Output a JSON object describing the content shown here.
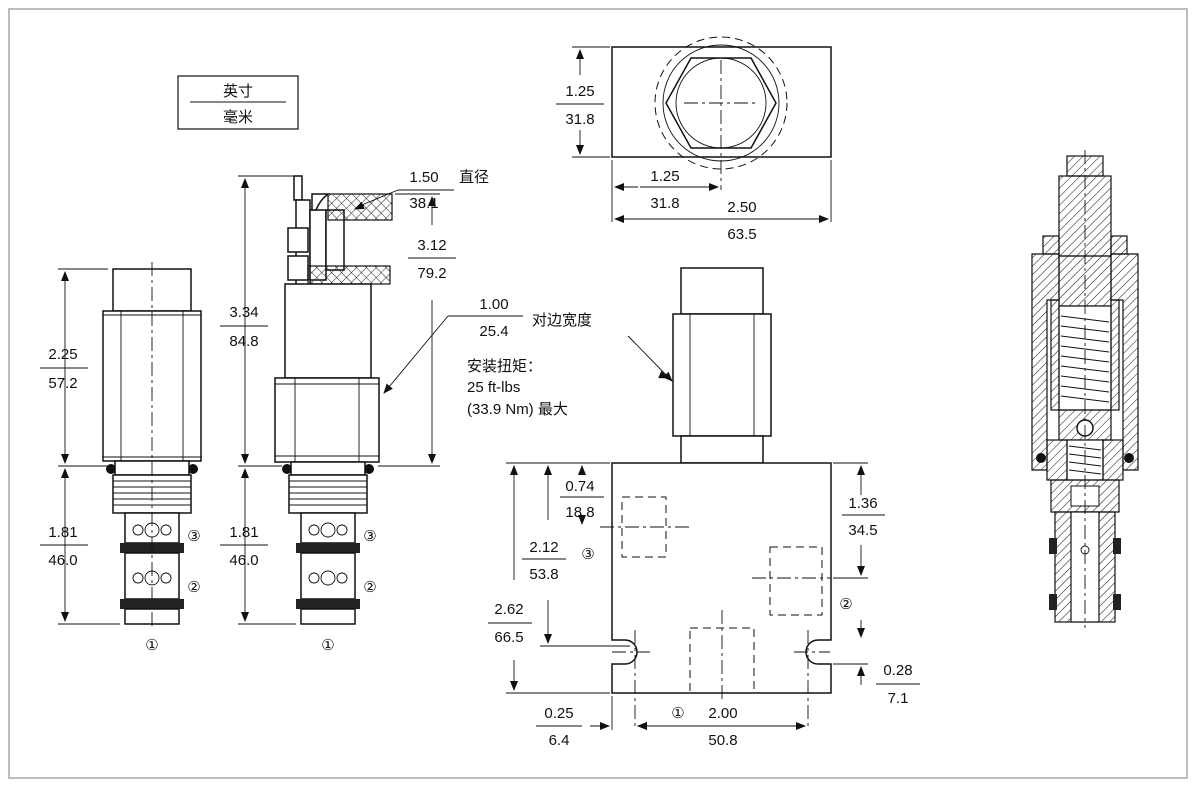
{
  "legend": {
    "top": "英寸",
    "bottom": "毫米"
  },
  "dims": {
    "d_225": {
      "in": "2.25",
      "mm": "57.2"
    },
    "d_181_a": {
      "in": "1.81",
      "mm": "46.0"
    },
    "d_334": {
      "in": "3.34",
      "mm": "84.8"
    },
    "d_181_b": {
      "in": "1.81",
      "mm": "46.0"
    },
    "d_150": {
      "in": "1.50",
      "mm": "38.1",
      "note": "直径"
    },
    "d_312": {
      "in": "3.12",
      "mm": "79.2"
    },
    "d_100": {
      "in": "1.00",
      "mm": "25.4",
      "note": "对边宽度"
    },
    "torque": {
      "l1": "安装扭矩：",
      "l2": "25 ft-lbs",
      "l3": "(33.9 Nm) 最大"
    },
    "d_125_v": {
      "in": "1.25",
      "mm": "31.8"
    },
    "d_125_h": {
      "in": "1.25",
      "mm": "31.8"
    },
    "d_250": {
      "in": "2.50",
      "mm": "63.5"
    },
    "d_074": {
      "in": "0.74",
      "mm": "18.8"
    },
    "d_212": {
      "in": "2.12",
      "mm": "53.8"
    },
    "d_262": {
      "in": "2.62",
      "mm": "66.5"
    },
    "d_136": {
      "in": "1.36",
      "mm": "34.5"
    },
    "d_028": {
      "in": "0.28",
      "mm": "7.1"
    },
    "d_025": {
      "in": "0.25",
      "mm": "6.4"
    },
    "d_200": {
      "in": "2.00",
      "mm": "50.8"
    }
  },
  "ports": {
    "p1": "①",
    "p2": "②",
    "p3": "③"
  }
}
